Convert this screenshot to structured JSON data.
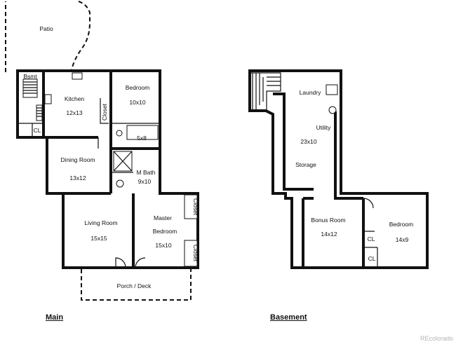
{
  "floors": {
    "main": {
      "title": "Main",
      "rooms": {
        "patio": "Patio",
        "bsmt": "Bsmt",
        "cl": "CL",
        "kitchen": "Kitchen",
        "kitchen_size": "12x13",
        "closet": "Closet",
        "bedroom": "Bedroom",
        "bedroom_size": "10x10",
        "bath_size": "5x8",
        "dining": "Dining Room",
        "dining_size": "13x12",
        "mbath": "M Bath",
        "mbath_size": "9x10",
        "living": "Living Room",
        "living_size": "15x15",
        "master": "Master",
        "master2": "Bedroom",
        "master_size": "15x10",
        "closet_a": "Closet",
        "closet_b": "Closet",
        "porch": "Porch / Deck"
      }
    },
    "basement": {
      "title": "Basement",
      "rooms": {
        "laundry": "Laundry",
        "utility": "Utility",
        "utility_size": "23x10",
        "storage": "Storage",
        "bonus": "Bonus Room",
        "bonus_size": "14x12",
        "cl1": "CL",
        "cl2": "CL",
        "bedroom": "Bedroom",
        "bedroom_size": "14x9"
      }
    }
  },
  "watermark": "REcolorado"
}
